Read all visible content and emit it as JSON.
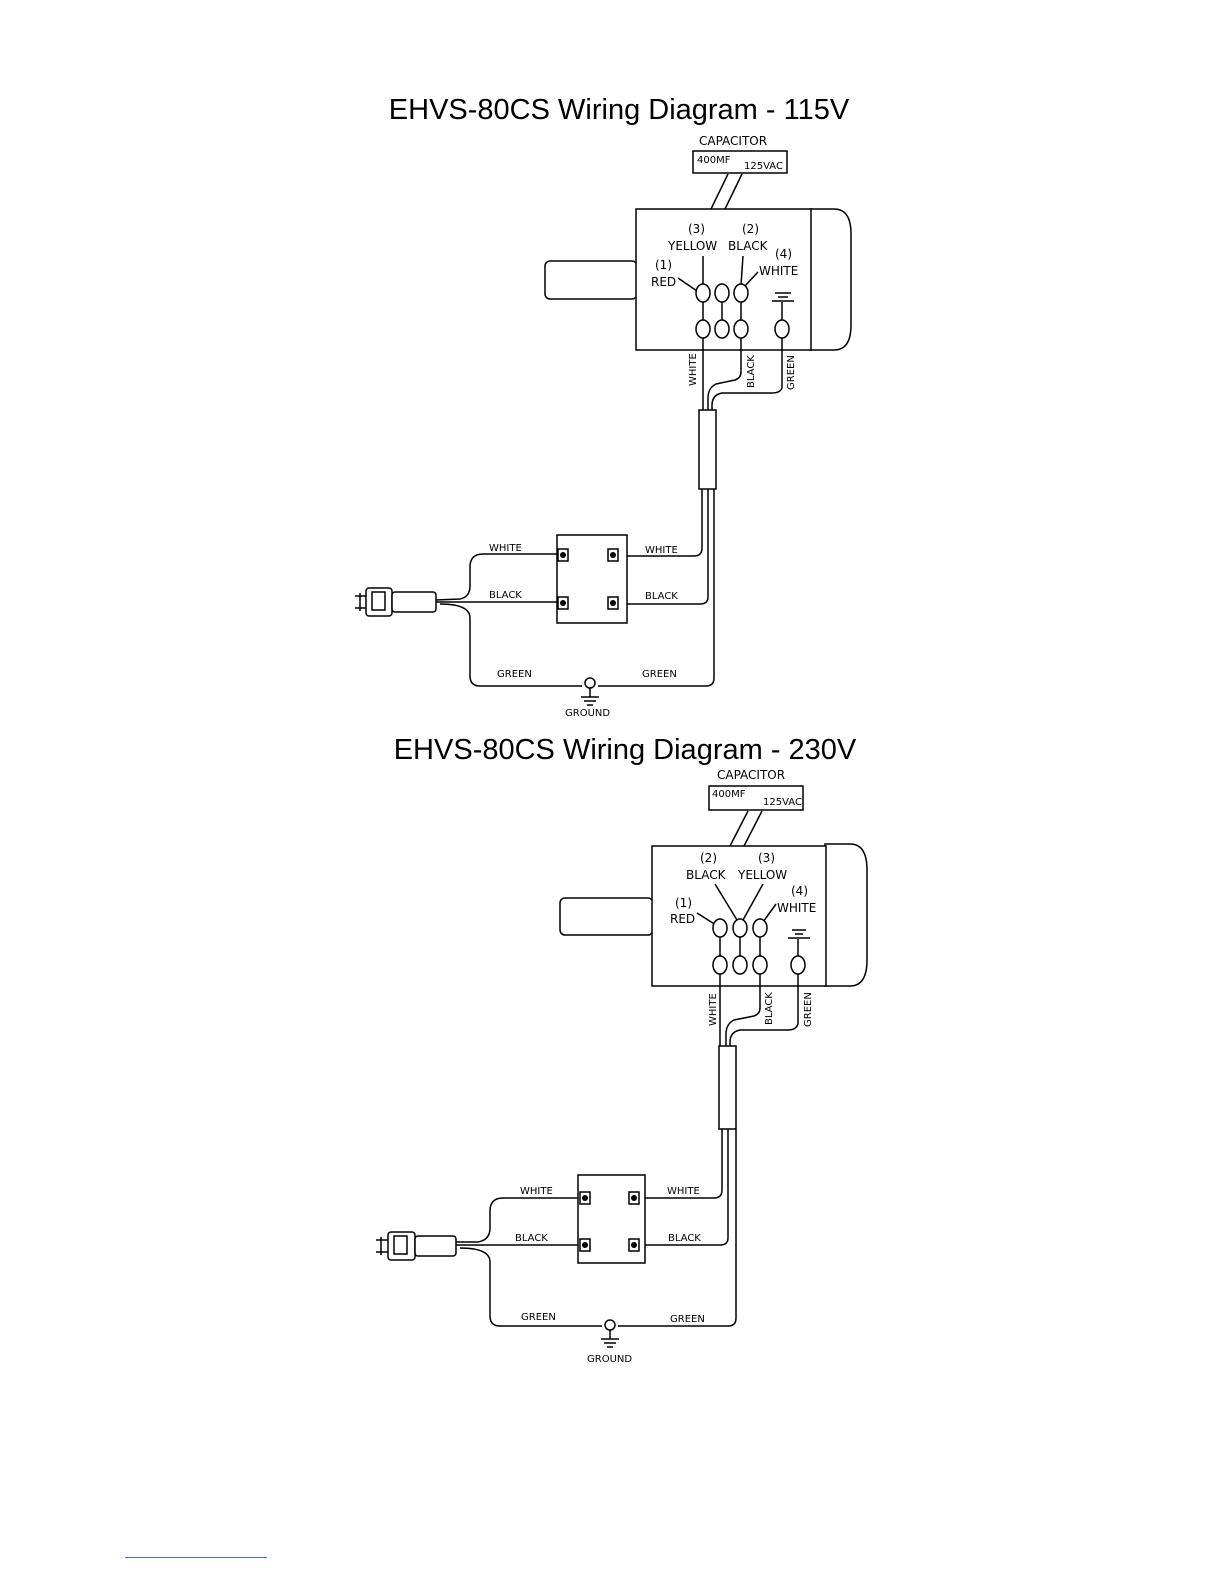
{
  "diagrams": [
    {
      "title": "EHVS-80CS Wiring Diagram - 115V",
      "capacitor": {
        "label": "CAPACITOR",
        "rating_left": "400MF",
        "rating_right": "125VAC"
      },
      "terminals": {
        "t1_num": "(1)",
        "t1_color": "RED",
        "tA_num": "(3)",
        "tA_color": "YELLOW",
        "tB_num": "(2)",
        "tB_color": "BLACK",
        "t4_num": "(4)",
        "t4_color": "WHITE"
      },
      "leads": {
        "white": "WHITE",
        "black": "BLACK",
        "green": "GREEN"
      },
      "switch": {
        "in_white": "WHITE",
        "in_black": "BLACK",
        "out_white": "WHITE",
        "out_black": "BLACK"
      },
      "ground": {
        "green_left": "GREEN",
        "green_right": "GREEN",
        "label": "GROUND"
      }
    },
    {
      "title": "EHVS-80CS Wiring Diagram - 230V",
      "capacitor": {
        "label": "CAPACITOR",
        "rating_left": "400MF",
        "rating_right": "125VAC"
      },
      "terminals": {
        "t1_num": "(1)",
        "t1_color": "RED",
        "tA_num": "(2)",
        "tA_color": "BLACK",
        "tB_num": "(3)",
        "tB_color": "YELLOW",
        "t4_num": "(4)",
        "t4_color": "WHITE"
      },
      "leads": {
        "white": "WHITE",
        "black": "BLACK",
        "green": "GREEN"
      },
      "switch": {
        "in_white": "WHITE",
        "in_black": "BLACK",
        "out_white": "WHITE",
        "out_black": "BLACK"
      },
      "ground": {
        "green_left": "GREEN",
        "green_right": "GREEN",
        "label": "GROUND"
      }
    }
  ]
}
